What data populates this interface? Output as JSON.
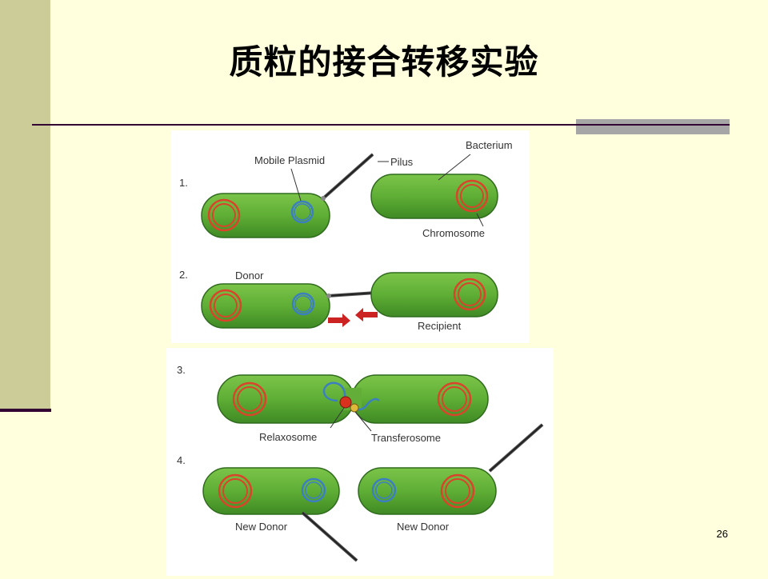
{
  "slide": {
    "title": "质粒的接合转移实验",
    "page_number": "26"
  },
  "diagram": {
    "steps": [
      "1.",
      "2.",
      "3.",
      "4."
    ],
    "labels": {
      "mobile_plasmid": "Mobile Plasmid",
      "pilus": "Pilus",
      "bacterium": "Bacterium",
      "chromosome": "Chromosome",
      "donor": "Donor",
      "recipient": "Recipient",
      "relaxosome": "Relaxosome",
      "transferosome": "Transferosome",
      "new_donor_left": "New Donor",
      "new_donor_right": "New Donor"
    }
  },
  "colors": {
    "cell_fill": "#66b13a",
    "cell_stroke": "#2f6b1d",
    "chromosome": "#d9442b",
    "plasmid": "#3c7fc1",
    "pilus": "#3a3a3a",
    "arrow": "#cc2222",
    "relaxosome": "#d8321f",
    "transferosome": "#e0b83a"
  }
}
